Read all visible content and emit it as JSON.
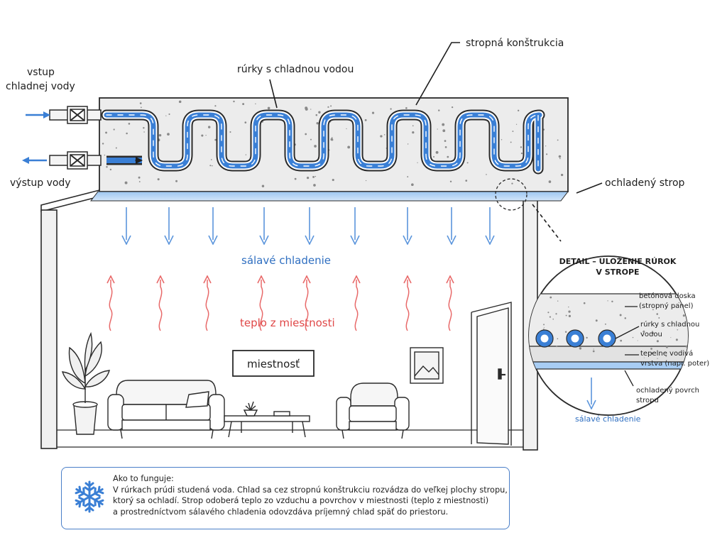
{
  "labels": {
    "ceiling_construction": "stropná konštrukcia",
    "pipes": "rúrky s chladnou vodou",
    "inlet": [
      "vstup",
      "chladnej vody"
    ],
    "outlet": "výstup vody",
    "cooled_ceiling": "ochladený strop",
    "radiant_cooling": "sálavé chladenie",
    "room_heat": "teplo z miestnosti",
    "room": "miestnosť"
  },
  "detail": {
    "title": [
      "DETAIL – ULOŽENIE RÚROK",
      "V STROPE"
    ],
    "concrete_slab": [
      "betónová doska",
      "(stropný panel)"
    ],
    "pipes": [
      "rúrky s chladnou",
      "vodou"
    ],
    "conductive_layer": [
      "tepelne vodivá",
      "vrstva (napr. poter)"
    ],
    "cooled_surface": [
      "ochladený povrch",
      "stropu"
    ],
    "radiant_cooling": "sálavé chladenie"
  },
  "info": {
    "heading": "Ako to funguje:",
    "lines": [
      "V rúrkach prúdi studená voda. Chlad sa cez stropnú konštrukciu rozvádza do veľkej plochy stropu,",
      "ktorý sa ochladí. Strop odoberá teplo zo vzduchu a povrchov v miestnosti (teplo z miestnosti)",
      "a prostredníctvom sálavého chladenia odovzdáva príjemný chlad späť do priestoru."
    ],
    "icon": "snowflake-icon"
  },
  "colors": {
    "cold": "#3a7fd5",
    "cold_light": "#a9cdf3",
    "warm": "#e86a6a",
    "concrete": "#ececec",
    "outline": "#2a2a2a"
  }
}
